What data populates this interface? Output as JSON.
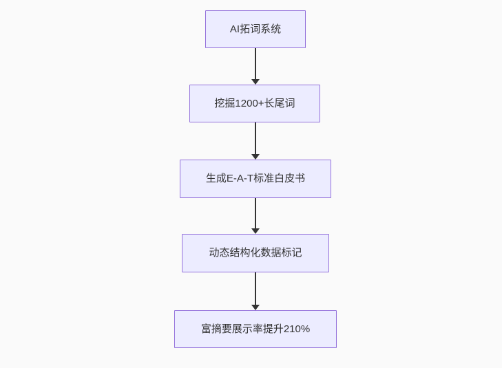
{
  "diagram": {
    "type": "flowchart",
    "direction": "top-down",
    "nodes": [
      {
        "id": "n1",
        "label": "AI拓词系统"
      },
      {
        "id": "n2",
        "label": "挖掘1200+长尾词"
      },
      {
        "id": "n3",
        "label": "生成E-A-T标准白皮书"
      },
      {
        "id": "n4",
        "label": "动态结构化数据标记"
      },
      {
        "id": "n5",
        "label": "富摘要展示率提升210%"
      }
    ],
    "edges": [
      {
        "from": "n1",
        "to": "n2"
      },
      {
        "from": "n2",
        "to": "n3"
      },
      {
        "from": "n3",
        "to": "n4"
      },
      {
        "from": "n4",
        "to": "n5"
      }
    ],
    "colors": {
      "background": "#fafafa",
      "node_fill": "#ECECFF",
      "node_border": "#9370DB",
      "arrow": "#333333",
      "text": "#333333"
    }
  }
}
